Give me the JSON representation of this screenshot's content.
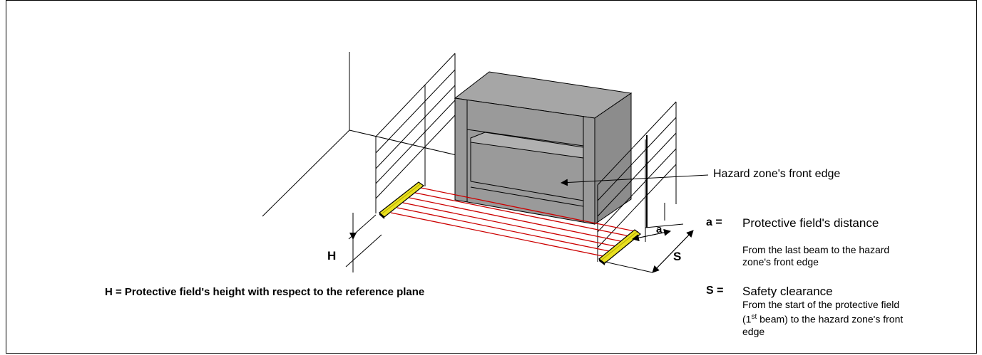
{
  "labels": {
    "hazard_front_edge": "Hazard zone's front edge",
    "h_dim": "H",
    "a_dim": "a",
    "s_dim": "S",
    "h_caption": "H = Protective field's height with respect to the reference plane"
  },
  "legend": {
    "a": {
      "symbol": "a =",
      "title": "Protective field's distance",
      "description": "From the last beam to the hazard zone's front edge"
    },
    "s": {
      "symbol": "S =",
      "title": "Safety clearance",
      "description_before_sup": "From the start of the protective field (1",
      "description_sup": "st",
      "description_after_sup": " beam) to the hazard zone's front edge"
    }
  },
  "colors": {
    "machine_fill": "#9a9a9a",
    "light_beam": "#cc0000",
    "sensor": "#e8e020",
    "line": "#000000"
  }
}
